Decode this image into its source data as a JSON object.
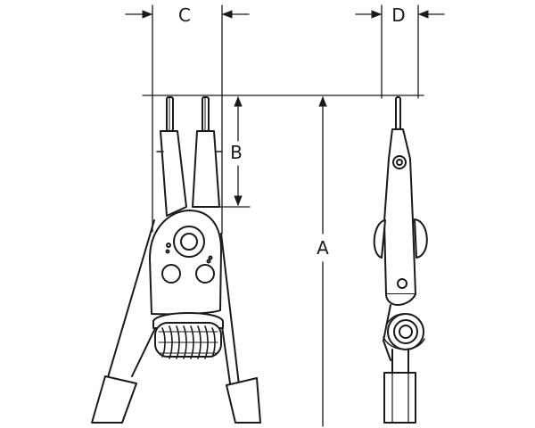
{
  "dimensions": {
    "c": "C",
    "d": "D",
    "b": "B",
    "a": "A"
  },
  "colors": {
    "ink": "#1a1a1a",
    "background": "#ffffff"
  }
}
